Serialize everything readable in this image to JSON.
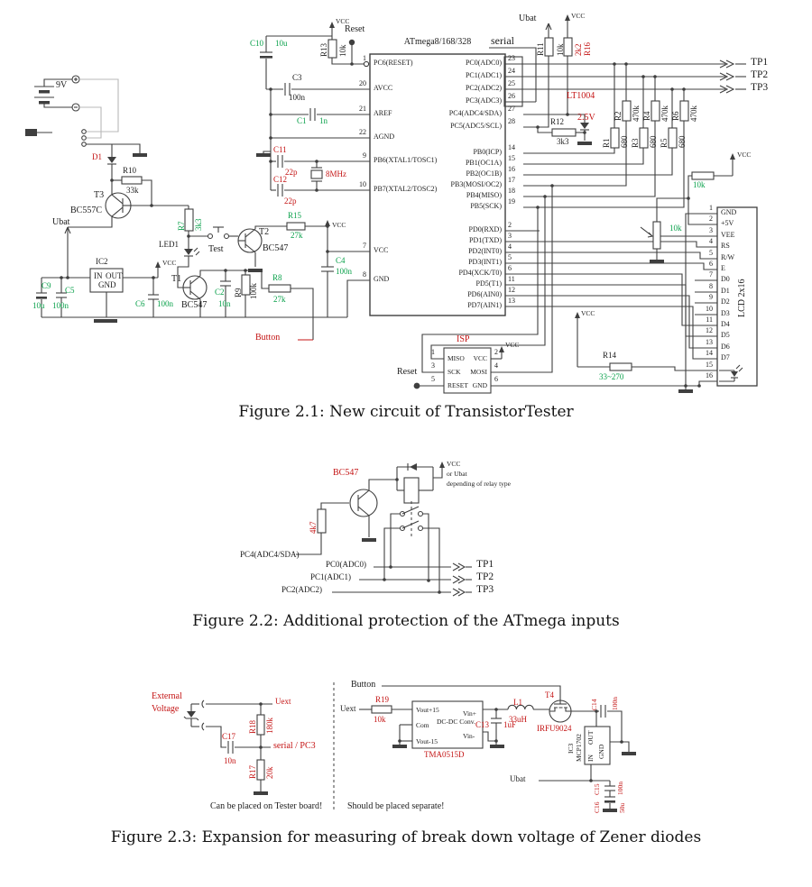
{
  "fig1": {
    "caption": "Figure 2.1: New circuit of TransistorTester",
    "mcu": {
      "title": "ATmega8/168/328",
      "left_pins": [
        {
          "n": "1",
          "label": "PC6(RESET)"
        },
        {
          "n": "20",
          "label": "AVCC"
        },
        {
          "n": "21",
          "label": "AREF"
        },
        {
          "n": "22",
          "label": "AGND"
        },
        {
          "n": "9",
          "label": "PB6(XTAL1/TOSC1)"
        },
        {
          "n": "10",
          "label": "PB7(XTAL2/TOSC2)"
        },
        {
          "n": "7",
          "label": "VCC"
        },
        {
          "n": "8",
          "label": "GND"
        }
      ],
      "right_pins": [
        {
          "n": "23",
          "label": "PC0(ADC0)"
        },
        {
          "n": "24",
          "label": "PC1(ADC1)"
        },
        {
          "n": "25",
          "label": "PC2(ADC2)"
        },
        {
          "n": "26",
          "label": "PC3(ADC3)"
        },
        {
          "n": "27",
          "label": "PC4(ADC4/SDA)"
        },
        {
          "n": "28",
          "label": "PC5(ADC5/SCL)"
        },
        {
          "n": "14",
          "label": "PB0(ICP)"
        },
        {
          "n": "15",
          "label": "PB1(OC1A)"
        },
        {
          "n": "16",
          "label": "PB2(OC1B)"
        },
        {
          "n": "17",
          "label": "PB3(MOSI/OC2)"
        },
        {
          "n": "18",
          "label": "PB4(MISO)"
        },
        {
          "n": "19",
          "label": "PB5(SCK)"
        },
        {
          "n": "2",
          "label": "PD0(RXD)"
        },
        {
          "n": "3",
          "label": "PD1(TXD)"
        },
        {
          "n": "4",
          "label": "PD2(INT0)"
        },
        {
          "n": "5",
          "label": "PD3(INT1)"
        },
        {
          "n": "6",
          "label": "PD4(XCK/T0)"
        },
        {
          "n": "11",
          "label": "PD5(T1)"
        },
        {
          "n": "12",
          "label": "PD6(AIN0)"
        },
        {
          "n": "13",
          "label": "PD7(AIN1)"
        }
      ]
    },
    "lcd": {
      "title": "LCD 2x16",
      "pins": [
        [
          "1",
          "GND"
        ],
        [
          "2",
          "+5V"
        ],
        [
          "3",
          "VEE"
        ],
        [
          "4",
          "RS"
        ],
        [
          "5",
          "R/W"
        ],
        [
          "6",
          "E"
        ],
        [
          "7",
          "D0"
        ],
        [
          "8",
          "D1"
        ],
        [
          "9",
          "D2"
        ],
        [
          "10",
          "D3"
        ],
        [
          "11",
          "D4"
        ],
        [
          "12",
          "D5"
        ],
        [
          "13",
          "D6"
        ],
        [
          "14",
          "D7"
        ],
        [
          "15",
          ""
        ],
        [
          "16",
          ""
        ]
      ]
    },
    "isp": {
      "title": "ISP",
      "pins": [
        [
          "1",
          "MISO"
        ],
        [
          "2",
          "VCC"
        ],
        [
          "3",
          "SCK"
        ],
        [
          "4",
          "MOSI"
        ],
        [
          "5",
          "RESET"
        ],
        [
          "6",
          "GND"
        ]
      ]
    },
    "c": {
      "bat": "9V",
      "d1": "D1",
      "r10": {
        "n": "R10",
        "v": "33k"
      },
      "t3": {
        "n": "T3",
        "v": "BC557C"
      },
      "ubat": "Ubat",
      "ic2": {
        "n": "IC2",
        "in": "IN",
        "out": "OUT",
        "gnd": "GND"
      },
      "c9": {
        "n": "C9",
        "v": "10u"
      },
      "c5": {
        "n": "C5",
        "v": "100n"
      },
      "c6": {
        "n": "C6",
        "v": "100n"
      },
      "t1": {
        "n": "T1",
        "v": "BC547"
      },
      "led1": "LED1",
      "test": "Test",
      "t2": {
        "n": "T2",
        "v": "BC547"
      },
      "r7": {
        "n": "R7",
        "v": "3k3"
      },
      "c2": {
        "n": "C2",
        "v": "10n"
      },
      "r9": {
        "n": "R9",
        "v": "100k"
      },
      "r8": {
        "n": "R8",
        "v": "27k"
      },
      "button": "Button",
      "c10": {
        "n": "C10",
        "v": "10u"
      },
      "r13": {
        "n": "R13",
        "v": "10k"
      },
      "reset": "Reset",
      "c3": {
        "n": "C3",
        "v": "100n"
      },
      "c1": {
        "n": "C1",
        "v": "1n"
      },
      "c11": {
        "n": "C11",
        "v": "22p"
      },
      "xtal": "8MHz",
      "c12": {
        "n": "C12",
        "v": "22p"
      },
      "r15": {
        "n": "R15",
        "v": "27k"
      },
      "c4": {
        "n": "C4",
        "v": "100n"
      },
      "vcc": "VCC",
      "serial": "serial",
      "r11": {
        "n": "R11",
        "v": "10k"
      },
      "r16": {
        "n": "2k2",
        "v": "R16"
      },
      "lt1004": {
        "n": "LT1004",
        "v": "2.5V"
      },
      "r12": {
        "n": "R12",
        "v": "3k3"
      },
      "r1": {
        "n": "R1",
        "v": "680"
      },
      "r2": {
        "n": "R2",
        "v": "470k"
      },
      "r3": {
        "n": "R3",
        "v": "680"
      },
      "r4": {
        "n": "R4",
        "v": "470k"
      },
      "r5": {
        "n": "R5",
        "v": "680"
      },
      "r6": {
        "n": "R6",
        "v": "470k"
      },
      "rlcd": "10k",
      "pot": "10k",
      "r14": {
        "n": "R14",
        "v": "33~270"
      },
      "tp1": "TP1",
      "tp2": "TP2",
      "tp3": "TP3"
    }
  },
  "fig2": {
    "caption": "Figure 2.2: Additional protection of the ATmega inputs",
    "bc547": "BC547",
    "r4k7": "4k7",
    "vcc": "VCC",
    "or_ubat": "or Ubat",
    "dep": "depending of relay type",
    "pc4": "PC4(ADC4/SDA)",
    "pc0": "PC0(ADC0)",
    "pc1": "PC1(ADC1)",
    "pc2": "PC2(ADC2)",
    "tp1": "TP1",
    "tp2": "TP2",
    "tp3": "TP3"
  },
  "fig3": {
    "caption": "Figure 2.3: Expansion for measuring of break down voltage of Zener diodes",
    "ext1": "External",
    "ext2": "Voltage",
    "uext": "Uext",
    "r18": {
      "n": "R18",
      "v": "180k"
    },
    "c17": {
      "n": "C17",
      "v": "10n"
    },
    "serial_pc3": "serial / PC3",
    "r17": {
      "n": "R17",
      "v": "20k"
    },
    "note_left": "Can be placed on Tester board!",
    "button": "Button",
    "uext2": "Uext",
    "r19": {
      "n": "R19",
      "v": "10k"
    },
    "dc": {
      "p1": "Vout+15",
      "p2": "Com",
      "p3": "Vout-15",
      "name": "DC-DC Conv.",
      "p4": "Vin+",
      "p5": "Vin-",
      "part": "TMA0515D"
    },
    "c13": {
      "n": "C13",
      "v": "1uF"
    },
    "l1": {
      "n": "L1",
      "v": "33uH"
    },
    "t4": {
      "n": "T4",
      "v": "IRFU9024"
    },
    "ic3": {
      "n": "IC3",
      "part": "MCP1702",
      "in": "IN",
      "out": "OUT",
      "gnd": "GND"
    },
    "c14": {
      "n": "C14",
      "v": "100n"
    },
    "c15": {
      "n": "C15",
      "v": "100n"
    },
    "c16": {
      "n": "C16",
      "v": "50u"
    },
    "ubat": "Ubat",
    "note_right": "Should be placed separate!"
  }
}
